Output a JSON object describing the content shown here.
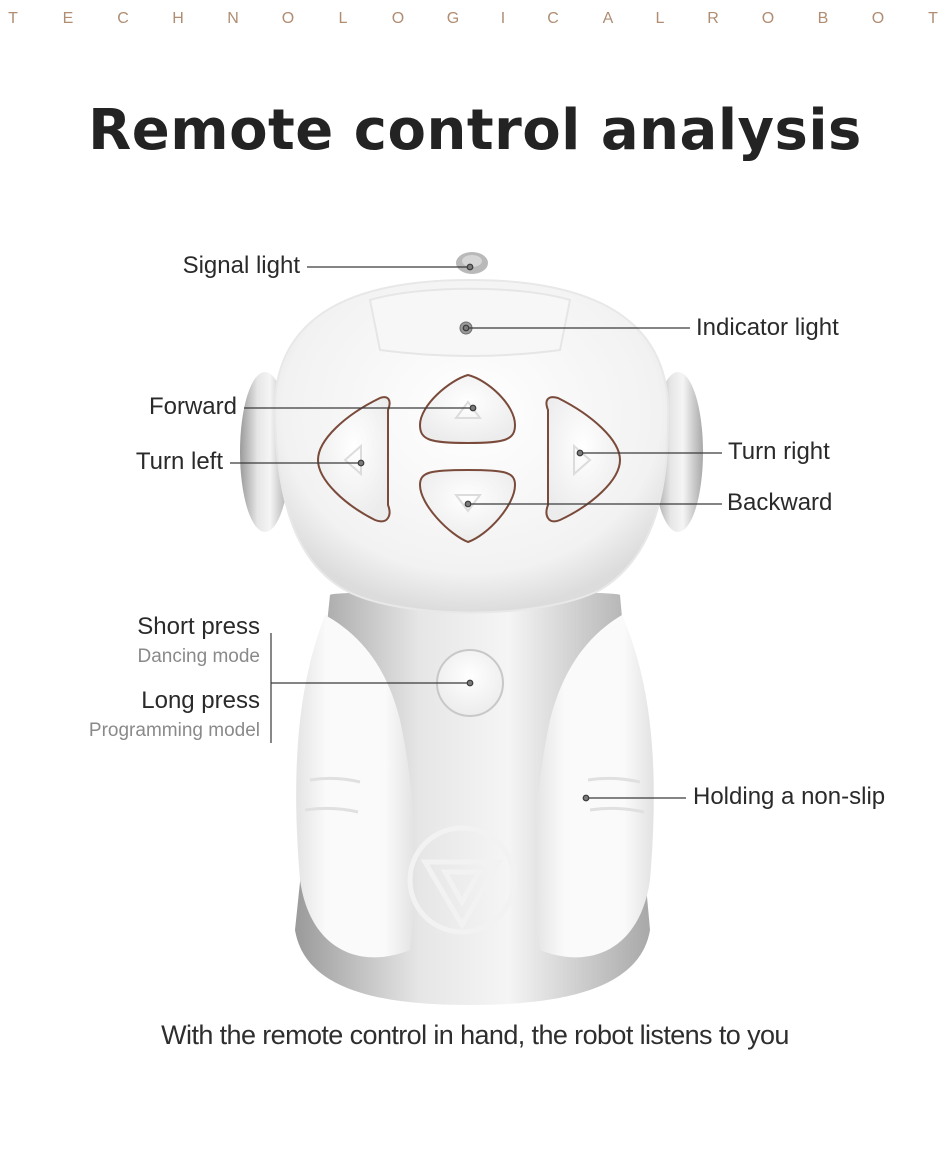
{
  "tagline": [
    "T",
    "E",
    "C",
    "H",
    "N",
    "O",
    "L",
    "O",
    "G",
    "I",
    "C",
    "A",
    "L",
    "R",
    "O",
    "B",
    "O",
    "T"
  ],
  "title": "Remote control analysis",
  "labels": {
    "signal_light": "Signal light",
    "indicator_light": "Indicator light",
    "forward": "Forward",
    "turn_left": "Turn left",
    "turn_right": "Turn right",
    "backward": "Backward",
    "short_press": "Short press",
    "dancing_mode": "Dancing mode",
    "long_press": "Long press",
    "programming_model": "Programming model",
    "holding": "Holding a non-slip"
  },
  "caption": "With the remote control in hand, the robot listens to you",
  "colors": {
    "tagline": "#b08d73",
    "button_outline": "#7a4a3a",
    "shell": "#f4f4f4",
    "silver": "#c8c8c8"
  }
}
